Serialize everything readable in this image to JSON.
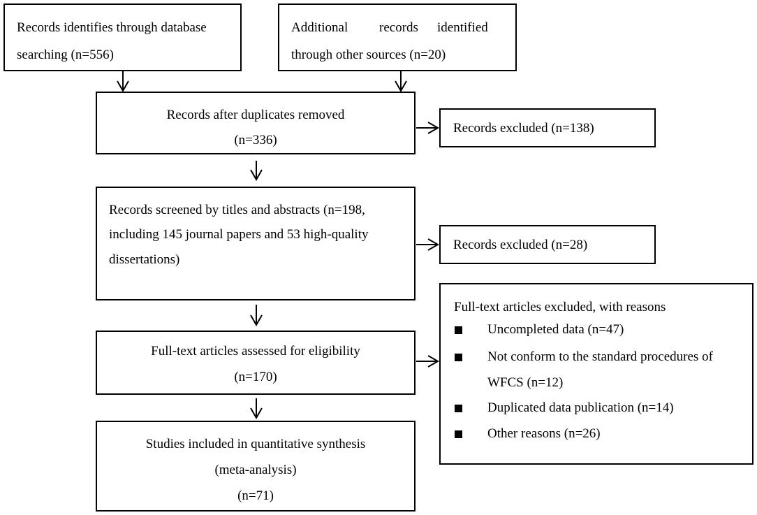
{
  "records_db": {
    "line1": "Records identifies through database",
    "line2": "searching (n=556)"
  },
  "records_other": {
    "word1": "Additional",
    "word2": "records",
    "word3": "identified",
    "line2": "through other sources (n=20)"
  },
  "after_duplicates": {
    "line1": "Records after duplicates removed",
    "line2": "(n=336)"
  },
  "excluded_1": {
    "text": "Records excluded (n=138)"
  },
  "screened": {
    "line1": "Records screened by titles and abstracts (n=198,",
    "line2": "including 145 journal papers and 53 high-quality",
    "line3": "dissertations)"
  },
  "excluded_2": {
    "text": "Records excluded (n=28)"
  },
  "fulltext_excluded": {
    "title": "Full-text articles excluded, with reasons",
    "reasons": [
      {
        "text": "Uncompleted data (n=47)"
      },
      {
        "line1": "Not conform to the standard procedures of",
        "line2": "WFCS (n=12)"
      },
      {
        "text": "Duplicated data publication (n=14)"
      },
      {
        "text": "Other reasons (n=26)"
      }
    ]
  },
  "eligibility": {
    "line1": "Full-text articles assessed for eligibility",
    "line2": "(n=170)"
  },
  "included": {
    "line1": "Studies included in quantitative synthesis",
    "line2": "(meta-analysis)",
    "line3": "(n=71)"
  }
}
